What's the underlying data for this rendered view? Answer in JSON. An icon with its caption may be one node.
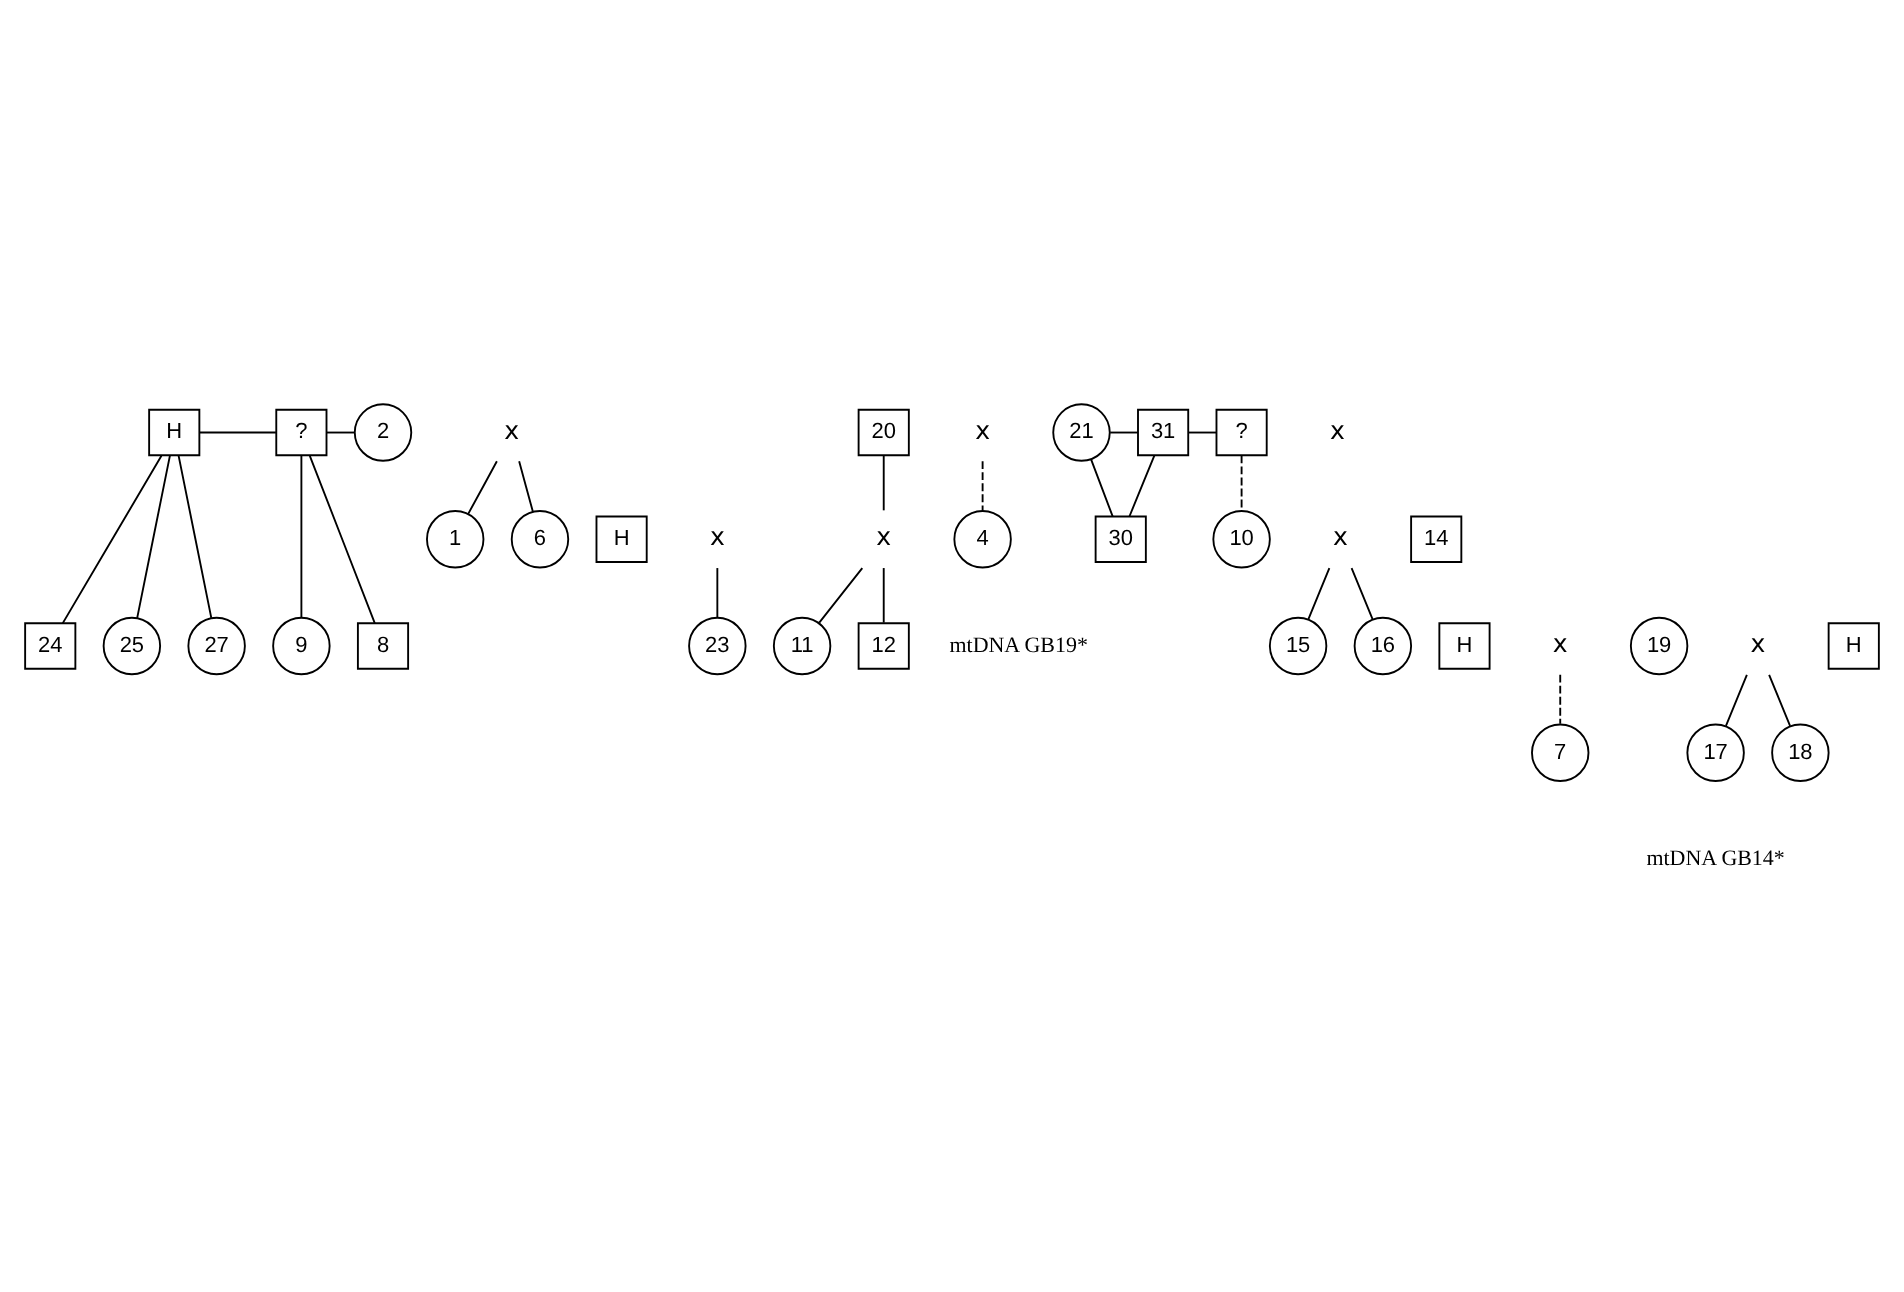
{
  "diagram": {
    "nodes": [
      {
        "text": [
          "H"
        ]
      },
      {
        "text": [
          "?"
        ]
      },
      {
        "text": [
          "2"
        ]
      },
      {
        "text": [
          "24"
        ]
      },
      {
        "text": [
          "25"
        ]
      },
      {
        "text": [
          "27"
        ]
      },
      {
        "text": [
          "9"
        ]
      },
      {
        "text": [
          "8"
        ]
      },
      {
        "text": [
          "x"
        ]
      },
      {
        "text": [
          "H"
        ]
      },
      {
        "text": [
          "x"
        ]
      },
      {
        "text": [
          "1"
        ]
      },
      {
        "text": [
          "6"
        ]
      },
      {
        "text": [
          "23"
        ]
      },
      {
        "text": [
          "20"
        ]
      },
      {
        "text": [
          "x"
        ]
      },
      {
        "text": [
          "x"
        ]
      },
      {
        "text": [
          "4"
        ]
      },
      {
        "text": [
          "11"
        ]
      },
      {
        "text": [
          "12"
        ]
      },
      {
        "text": [
          "21"
        ]
      },
      {
        "text": [
          "x"
        ]
      },
      {
        "text": [
          "31"
        ]
      },
      {
        "text": [
          "?"
        ]
      },
      {
        "text": [
          "30"
        ]
      },
      {
        "text": [
          "10"
        ]
      },
      {
        "text": [
          "x"
        ]
      },
      {
        "text": [
          "14"
        ]
      },
      {
        "text": [
          "15"
        ]
      },
      {
        "text": [
          "16"
        ]
      },
      {
        "text": [
          "H"
        ]
      },
      {
        "text": [
          "x"
        ]
      },
      {
        "text": [
          "19"
        ]
      },
      {
        "text": [
          "x"
        ]
      },
      {
        "text": [
          "H"
        ]
      },
      {
        "text": [
          "7"
        ]
      },
      {
        "text": [
          "17"
        ]
      },
      {
        "text": [
          "18"
        ]
      }
    ],
    "edges": [
      {
        "from": 0,
        "to": 1,
        "arrow": "none"
      },
      {
        "from": 1,
        "to": 2,
        "arrow": "none"
      },
      {
        "from": 0,
        "to": 3,
        "arrow": "none"
      },
      {
        "from": 0,
        "to": 4,
        "arrow": "none"
      },
      {
        "from": 0,
        "to": 5,
        "arrow": "none"
      },
      {
        "from": 1,
        "to": 6,
        "arrow": "none"
      },
      {
        "from": 1,
        "to": 7,
        "arrow": "none"
      },
      {
        "from": 8,
        "to": 11,
        "arrow": "none"
      },
      {
        "from": 8,
        "to": 12,
        "arrow": "none"
      },
      {
        "from": 10,
        "to": 13,
        "arrow": "none"
      },
      {
        "from": 14,
        "to": 16,
        "arrow": "none"
      },
      {
        "from": 15,
        "to": 17,
        "arrow": "none",
        "style": "dashed"
      },
      {
        "from": 16,
        "to": 18,
        "arrow": "none"
      },
      {
        "from": 16,
        "to": 19,
        "arrow": "none"
      },
      {
        "from": 20,
        "to": 22,
        "arrow": "none"
      },
      {
        "from": 22,
        "to": 23,
        "arrow": "none"
      },
      {
        "from": 20,
        "to": 24,
        "arrow": "none"
      },
      {
        "from": 22,
        "to": 24,
        "arrow": "none"
      },
      {
        "from": 23,
        "to": 25,
        "arrow": "none",
        "style": "dashed"
      },
      {
        "from": 26,
        "to": 28,
        "arrow": "none"
      },
      {
        "from": 26,
        "to": 29,
        "arrow": "none"
      },
      {
        "from": 31,
        "to": 35,
        "arrow": "none",
        "style": "dashed"
      },
      {
        "from": 33,
        "to": 36,
        "arrow": "none"
      },
      {
        "from": 33,
        "to": 37,
        "arrow": "none"
      }
    ],
    "labels": [
      "mtDNA GB19*",
      "mtDNA GB14*"
    ]
  }
}
